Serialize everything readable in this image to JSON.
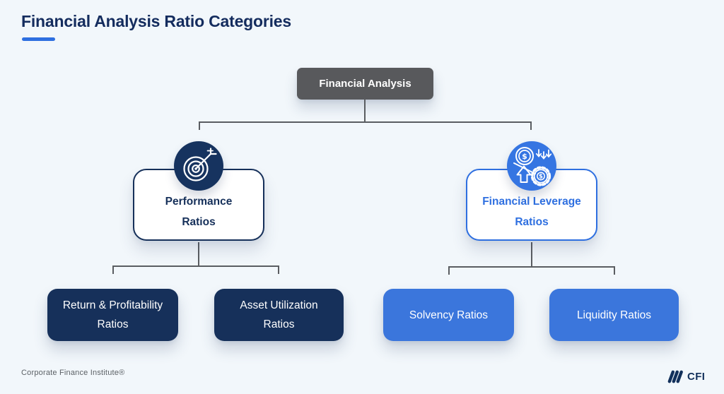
{
  "header": {
    "title": "Financial Analysis Ratio Categories"
  },
  "tree": {
    "root": {
      "label": "Financial Analysis"
    },
    "branches": [
      {
        "label_line1": "Performance",
        "label_line2": "Ratios",
        "icon": "target-dart-icon",
        "children": [
          {
            "label_line1": "Return & Profitability",
            "label_line2": "Ratios"
          },
          {
            "label_line1": "Asset Utilization",
            "label_line2": "Ratios"
          }
        ]
      },
      {
        "label_line1": "Financial Leverage",
        "label_line2": "Ratios",
        "icon": "money-leverage-gear-icon",
        "children": [
          {
            "label_line1": "Solvency Ratios"
          },
          {
            "label_line1": "Liquidity Ratios"
          }
        ]
      }
    ]
  },
  "footer": {
    "attribution": "Corporate Finance Institute®",
    "logo_text": "CFI"
  },
  "colors": {
    "background": "#f2f7fb",
    "title_navy": "#142c5e",
    "accent_blue": "#2e6fe0",
    "navy_fill": "#16305a",
    "navy_icon_circle": "#16335f",
    "blue_fill": "#3b76dc",
    "blue_icon_circle": "#3575e2",
    "root_gray": "#58595c",
    "connector_gray": "#5a5d61",
    "footer_gray": "#5c6166",
    "cfi_brand_navy": "#12305b"
  }
}
